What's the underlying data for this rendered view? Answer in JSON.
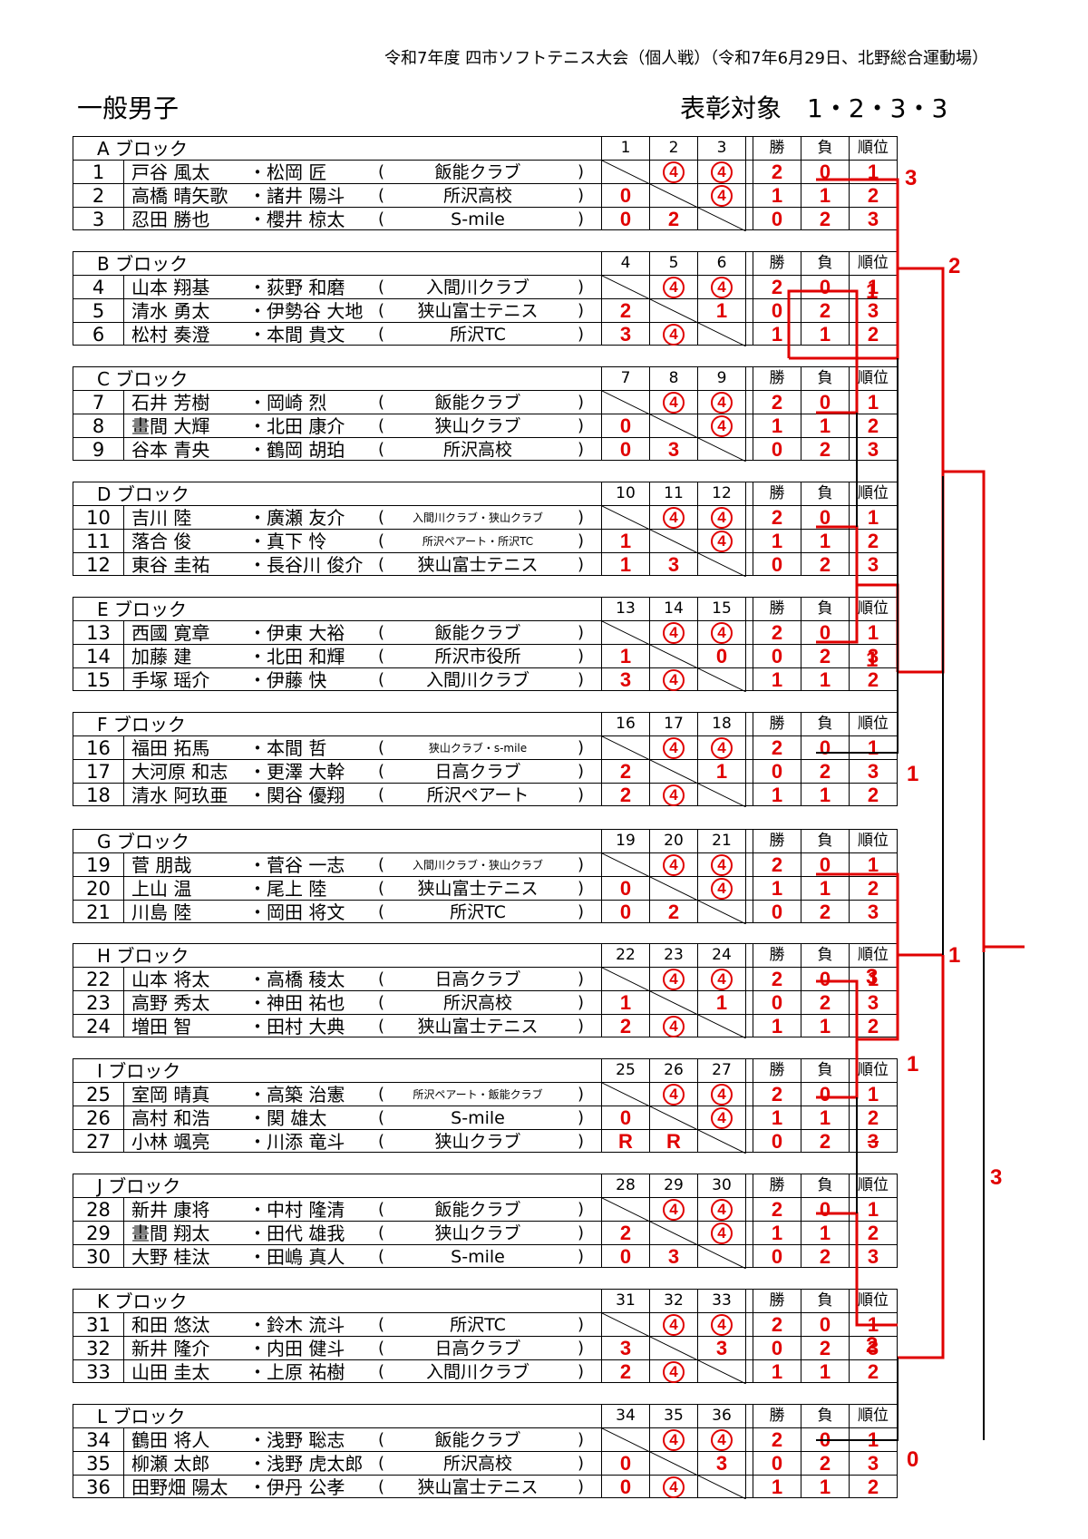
{
  "header": "令和7年度 四市ソフトテニス大会（個人戦）（令和7年6月29日、北野総合運動場）",
  "category": "一般男子",
  "honors": "表彰対象　1・2・3・3",
  "col_labels": {
    "win": "勝",
    "loss": "負",
    "rank": "順位"
  },
  "blocks": [
    {
      "name": "A ブロック",
      "cols": [
        "1",
        "2",
        "3"
      ],
      "highlight": "red",
      "players": [
        {
          "no": "1",
          "p1": "戸谷 風太",
          "p2": "・松岡 匠",
          "club": "飯能クラブ",
          "res": [
            "x",
            "4",
            "4"
          ],
          "w": "2",
          "l": "0",
          "rank": "1"
        },
        {
          "no": "2",
          "p1": "高橋 晴矢歌",
          "p2": "・諸井 陽斗",
          "club": "所沢高校",
          "res": [
            "0",
            "x",
            "4"
          ],
          "w": "1",
          "l": "1",
          "rank": "2"
        },
        {
          "no": "3",
          "p1": "忍田 勝也",
          "p2": "・櫻井 椋太",
          "club": "S-mile",
          "res": [
            "0",
            "2",
            "x"
          ],
          "w": "0",
          "l": "2",
          "rank": "3"
        }
      ]
    },
    {
      "name": "B ブロック",
      "cols": [
        "4",
        "5",
        "6"
      ],
      "highlight": "red",
      "players": [
        {
          "no": "4",
          "p1": "山本 翔基",
          "p2": "・荻野 和磨",
          "club": "入間川クラブ",
          "res": [
            "x",
            "4",
            "4"
          ],
          "w": "2",
          "l": "0",
          "rank": "1"
        },
        {
          "no": "5",
          "p1": "清水 勇太",
          "p2": "・伊勢谷 大地",
          "club": "狭山富士テニス",
          "res": [
            "2",
            "x",
            "1"
          ],
          "w": "0",
          "l": "2",
          "rank": "3"
        },
        {
          "no": "6",
          "p1": "松村 奏澄",
          "p2": "・本間 貴文",
          "club": "所沢TC",
          "res": [
            "3",
            "4",
            "x"
          ],
          "w": "1",
          "l": "1",
          "rank": "2"
        }
      ]
    },
    {
      "name": "C ブロック",
      "cols": [
        "7",
        "8",
        "9"
      ],
      "highlight": "yellow",
      "players": [
        {
          "no": "7",
          "p1": "石井 芳樹",
          "p2": "・岡崎 烈",
          "club": "飯能クラブ",
          "res": [
            "x",
            "4",
            "4"
          ],
          "w": "2",
          "l": "0",
          "rank": "1"
        },
        {
          "no": "8",
          "p1": "畫間 大輝",
          "p2": "・北田 康介",
          "club": "狭山クラブ",
          "res": [
            "0",
            "x",
            "4"
          ],
          "w": "1",
          "l": "1",
          "rank": "2"
        },
        {
          "no": "9",
          "p1": "谷本 青央",
          "p2": "・鶴岡 胡珀",
          "club": "所沢高校",
          "res": [
            "0",
            "3",
            "x"
          ],
          "w": "0",
          "l": "2",
          "rank": "3"
        }
      ]
    },
    {
      "name": "D ブロック",
      "cols": [
        "10",
        "11",
        "12"
      ],
      "highlight": "yellow",
      "players": [
        {
          "no": "10",
          "p1": "吉川 陸",
          "p2": "・廣瀬 友介",
          "club": "入間川クラブ・狭山クラブ",
          "small": true,
          "res": [
            "x",
            "4",
            "4"
          ],
          "w": "2",
          "l": "0",
          "rank": "1"
        },
        {
          "no": "11",
          "p1": "落合 俊",
          "p2": "・真下 怜",
          "club": "所沢ペアート・所沢TC",
          "small": true,
          "res": [
            "1",
            "x",
            "4"
          ],
          "w": "1",
          "l": "1",
          "rank": "2"
        },
        {
          "no": "12",
          "p1": "東谷 圭祐",
          "p2": "・長谷川 俊介",
          "club": "狭山富士テニス",
          "res": [
            "1",
            "3",
            "x"
          ],
          "w": "0",
          "l": "2",
          "rank": "3"
        }
      ]
    },
    {
      "name": "E ブロック",
      "cols": [
        "13",
        "14",
        "15"
      ],
      "highlight": "red",
      "players": [
        {
          "no": "13",
          "p1": "西國 寛章",
          "p2": "・伊東 大裕",
          "club": "飯能クラブ",
          "res": [
            "x",
            "4",
            "4"
          ],
          "w": "2",
          "l": "0",
          "rank": "1"
        },
        {
          "no": "14",
          "p1": "加藤 建",
          "p2": "・北田 和輝",
          "club": "所沢市役所",
          "res": [
            "1",
            "x",
            "0"
          ],
          "w": "0",
          "l": "2",
          "rank": "3"
        },
        {
          "no": "15",
          "p1": "手塚 瑶介",
          "p2": "・伊藤 快",
          "club": "入間川クラブ",
          "res": [
            "3",
            "4",
            "x"
          ],
          "w": "1",
          "l": "1",
          "rank": "2"
        }
      ]
    },
    {
      "name": "F ブロック",
      "cols": [
        "16",
        "17",
        "18"
      ],
      "highlight": "red",
      "players": [
        {
          "no": "16",
          "p1": "福田 拓馬",
          "p2": "・本間 哲",
          "club": "狭山クラブ・s-mile",
          "small": true,
          "res": [
            "x",
            "4",
            "4"
          ],
          "w": "2",
          "l": "0",
          "rank": "1"
        },
        {
          "no": "17",
          "p1": "大河原 和志",
          "p2": "・更澤 大幹",
          "club": "日高クラブ",
          "res": [
            "2",
            "x",
            "1"
          ],
          "w": "0",
          "l": "2",
          "rank": "3"
        },
        {
          "no": "18",
          "p1": "清水 阿玖亜",
          "p2": "・関谷 優翔",
          "club": "所沢ペアート",
          "res": [
            "2",
            "4",
            "x"
          ],
          "w": "1",
          "l": "1",
          "rank": "2"
        }
      ]
    },
    {
      "name": "G ブロック",
      "cols": [
        "19",
        "20",
        "21"
      ],
      "highlight": "yellow",
      "players": [
        {
          "no": "19",
          "p1": "菅 朋哉",
          "p2": "・菅谷 一志",
          "club": "入間川クラブ・狭山クラブ",
          "small": true,
          "res": [
            "x",
            "4",
            "4"
          ],
          "w": "2",
          "l": "0",
          "rank": "1"
        },
        {
          "no": "20",
          "p1": "上山 温",
          "p2": "・尾上 陸",
          "club": "狭山富士テニス",
          "res": [
            "0",
            "x",
            "4"
          ],
          "w": "1",
          "l": "1",
          "rank": "2"
        },
        {
          "no": "21",
          "p1": "川島 陸",
          "p2": "・岡田 将文",
          "club": "所沢TC",
          "res": [
            "0",
            "2",
            "x"
          ],
          "w": "0",
          "l": "2",
          "rank": "3"
        }
      ]
    },
    {
      "name": "H ブロック",
      "cols": [
        "22",
        "23",
        "24"
      ],
      "highlight": "red",
      "players": [
        {
          "no": "22",
          "p1": "山本 将太",
          "p2": "・高橋 稜太",
          "club": "日高クラブ",
          "res": [
            "x",
            "4",
            "4"
          ],
          "w": "2",
          "l": "0",
          "rank": "1"
        },
        {
          "no": "23",
          "p1": "高野 秀太",
          "p2": "・神田 祐也",
          "club": "所沢高校",
          "res": [
            "1",
            "x",
            "1"
          ],
          "w": "0",
          "l": "2",
          "rank": "3"
        },
        {
          "no": "24",
          "p1": "増田 智",
          "p2": "・田村 大典",
          "club": "狭山富士テニス",
          "res": [
            "2",
            "4",
            "x"
          ],
          "w": "1",
          "l": "1",
          "rank": "2"
        }
      ]
    },
    {
      "name": "I ブロック",
      "cols": [
        "25",
        "26",
        "27"
      ],
      "highlight": "red",
      "players": [
        {
          "no": "25",
          "p1": "室岡 晴真",
          "p2": "・高築 治憲",
          "club": "所沢ペアート・飯能クラブ",
          "small": true,
          "res": [
            "x",
            "4",
            "4"
          ],
          "w": "2",
          "l": "0",
          "rank": "1"
        },
        {
          "no": "26",
          "p1": "高村 和浩",
          "p2": "・関 雄太",
          "club": "S-mile",
          "res": [
            "0",
            "x",
            "4"
          ],
          "w": "1",
          "l": "1",
          "rank": "2"
        },
        {
          "no": "27",
          "p1": "小林 颯亮",
          "p2": "・川添 竜斗",
          "club": "狭山クラブ",
          "res": [
            "R",
            "R",
            "x"
          ],
          "w": "0",
          "l": "2",
          "rank": "3",
          "strike": true
        }
      ]
    },
    {
      "name": "J ブロック",
      "cols": [
        "28",
        "29",
        "30"
      ],
      "highlight": "yellow",
      "players": [
        {
          "no": "28",
          "p1": "新井 康将",
          "p2": "・中村 隆清",
          "club": "飯能クラブ",
          "res": [
            "x",
            "4",
            "4"
          ],
          "w": "2",
          "l": "0",
          "rank": "1"
        },
        {
          "no": "29",
          "p1": "畫間 翔太",
          "p2": "・田代 雄我",
          "club": "狭山クラブ",
          "res": [
            "2",
            "x",
            "4"
          ],
          "w": "1",
          "l": "1",
          "rank": "2"
        },
        {
          "no": "30",
          "p1": "大野 桂汰",
          "p2": "・田嶋 真人",
          "club": "S-mile",
          "res": [
            "0",
            "3",
            "x"
          ],
          "w": "0",
          "l": "2",
          "rank": "3"
        }
      ]
    },
    {
      "name": "K ブロック",
      "cols": [
        "31",
        "32",
        "33"
      ],
      "highlight": "red",
      "players": [
        {
          "no": "31",
          "p1": "和田 悠汰",
          "p2": "・鈴木 流斗",
          "club": "所沢TC",
          "res": [
            "x",
            "4",
            "4"
          ],
          "w": "2",
          "l": "0",
          "rank": "1"
        },
        {
          "no": "32",
          "p1": "新井 隆介",
          "p2": "・内田 健斗",
          "club": "日高クラブ",
          "res": [
            "3",
            "x",
            "3"
          ],
          "w": "0",
          "l": "2",
          "rank": "3"
        },
        {
          "no": "33",
          "p1": "山田 圭太",
          "p2": "・上原 祐樹",
          "club": "入間川クラブ",
          "res": [
            "2",
            "4",
            "x"
          ],
          "w": "1",
          "l": "1",
          "rank": "2"
        }
      ]
    },
    {
      "name": "L ブロック",
      "cols": [
        "34",
        "35",
        "36"
      ],
      "highlight": "red",
      "players": [
        {
          "no": "34",
          "p1": "鶴田 将人",
          "p2": "・浅野 聡志",
          "club": "飯能クラブ",
          "res": [
            "x",
            "4",
            "4"
          ],
          "w": "2",
          "l": "0",
          "rank": "1"
        },
        {
          "no": "35",
          "p1": "柳瀬 太郎",
          "p2": "・浅野 虎太郎",
          "club": "所沢高校",
          "res": [
            "0",
            "x",
            "3"
          ],
          "w": "0",
          "l": "2",
          "rank": "3"
        },
        {
          "no": "36",
          "p1": "田野畑 陽太",
          "p2": "・伊丹 公孝",
          "club": "狭山富士テニス",
          "res": [
            "0",
            "4",
            "x"
          ],
          "w": "1",
          "l": "1",
          "rank": "2"
        }
      ]
    }
  ],
  "bracket_scores": [
    "3",
    "2",
    "1",
    "1",
    "1",
    "1",
    "3",
    "1",
    "3",
    "2",
    "0"
  ],
  "colors": {
    "accent": "#e00000",
    "highlight": "#ffff3a"
  }
}
